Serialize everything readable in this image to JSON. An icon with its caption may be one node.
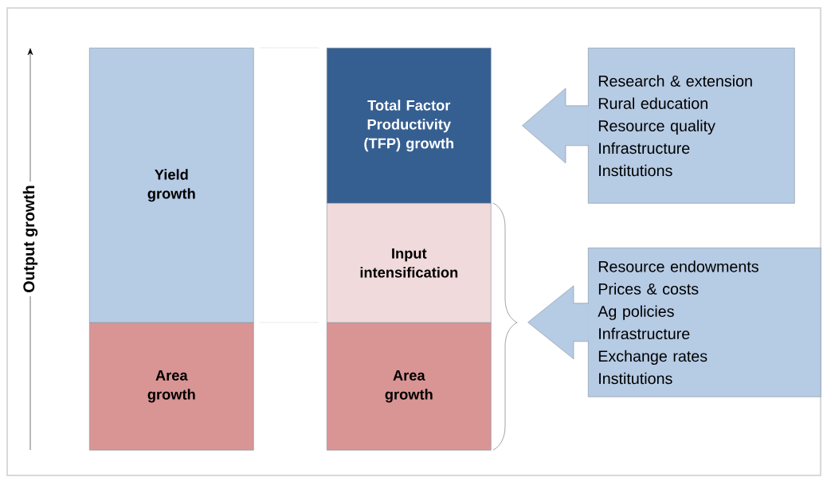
{
  "diagram": {
    "nodes": [
      {
        "text": [
          "Yield growth"
        ]
      },
      {
        "text": [
          "Area growth"
        ]
      },
      {
        "text": [
          "Total Factor Productivity (TFP) growth"
        ]
      },
      {
        "text": [
          "Input intensification"
        ]
      },
      {
        "text": [
          "Area growth"
        ]
      },
      {
        "text": [
          "Research & extension",
          "Rural education",
          "Resource quality",
          "Infrastructure",
          "Institutions"
        ]
      },
      {
        "text": [
          "Resource endowments",
          "Prices & costs",
          "Ag policies",
          "Infrastructure",
          "Exchange rates",
          "Institutions"
        ]
      }
    ],
    "edges": [
      {
        "from": 5,
        "to": 2,
        "arrow": "to"
      },
      {
        "from": 6,
        "to": 3,
        "arrow": "to"
      },
      {
        "from": 6,
        "to": 4,
        "arrow": "to"
      }
    ],
    "labels": [
      "Output growth"
    ]
  }
}
